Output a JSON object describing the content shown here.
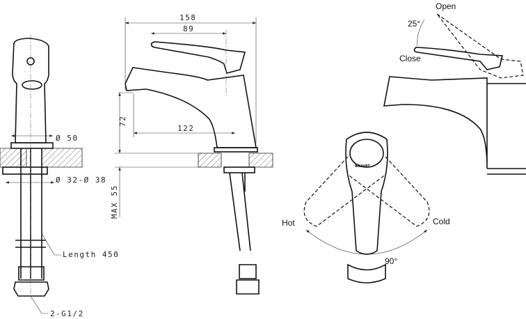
{
  "front_view": {
    "dim_outer_diameter": "Ø 50",
    "dim_hole_diameter": "Ø 32-Ø 38",
    "hose_length": "Length 450",
    "connection": "2-G1/2"
  },
  "side_view": {
    "dim_total_length": "158",
    "dim_handle_length": "89",
    "dim_spout_height": "72",
    "dim_spout_reach": "122",
    "dim_max_counter": "MAX 55"
  },
  "top_view": {
    "hot_label": "Hot",
    "cold_label": "Cold",
    "rotation_angle": "90°",
    "brand_mark": "BRAVAT"
  },
  "lever_view": {
    "open_label": "Open",
    "close_label": "Close",
    "tilt_angle": "25°"
  }
}
